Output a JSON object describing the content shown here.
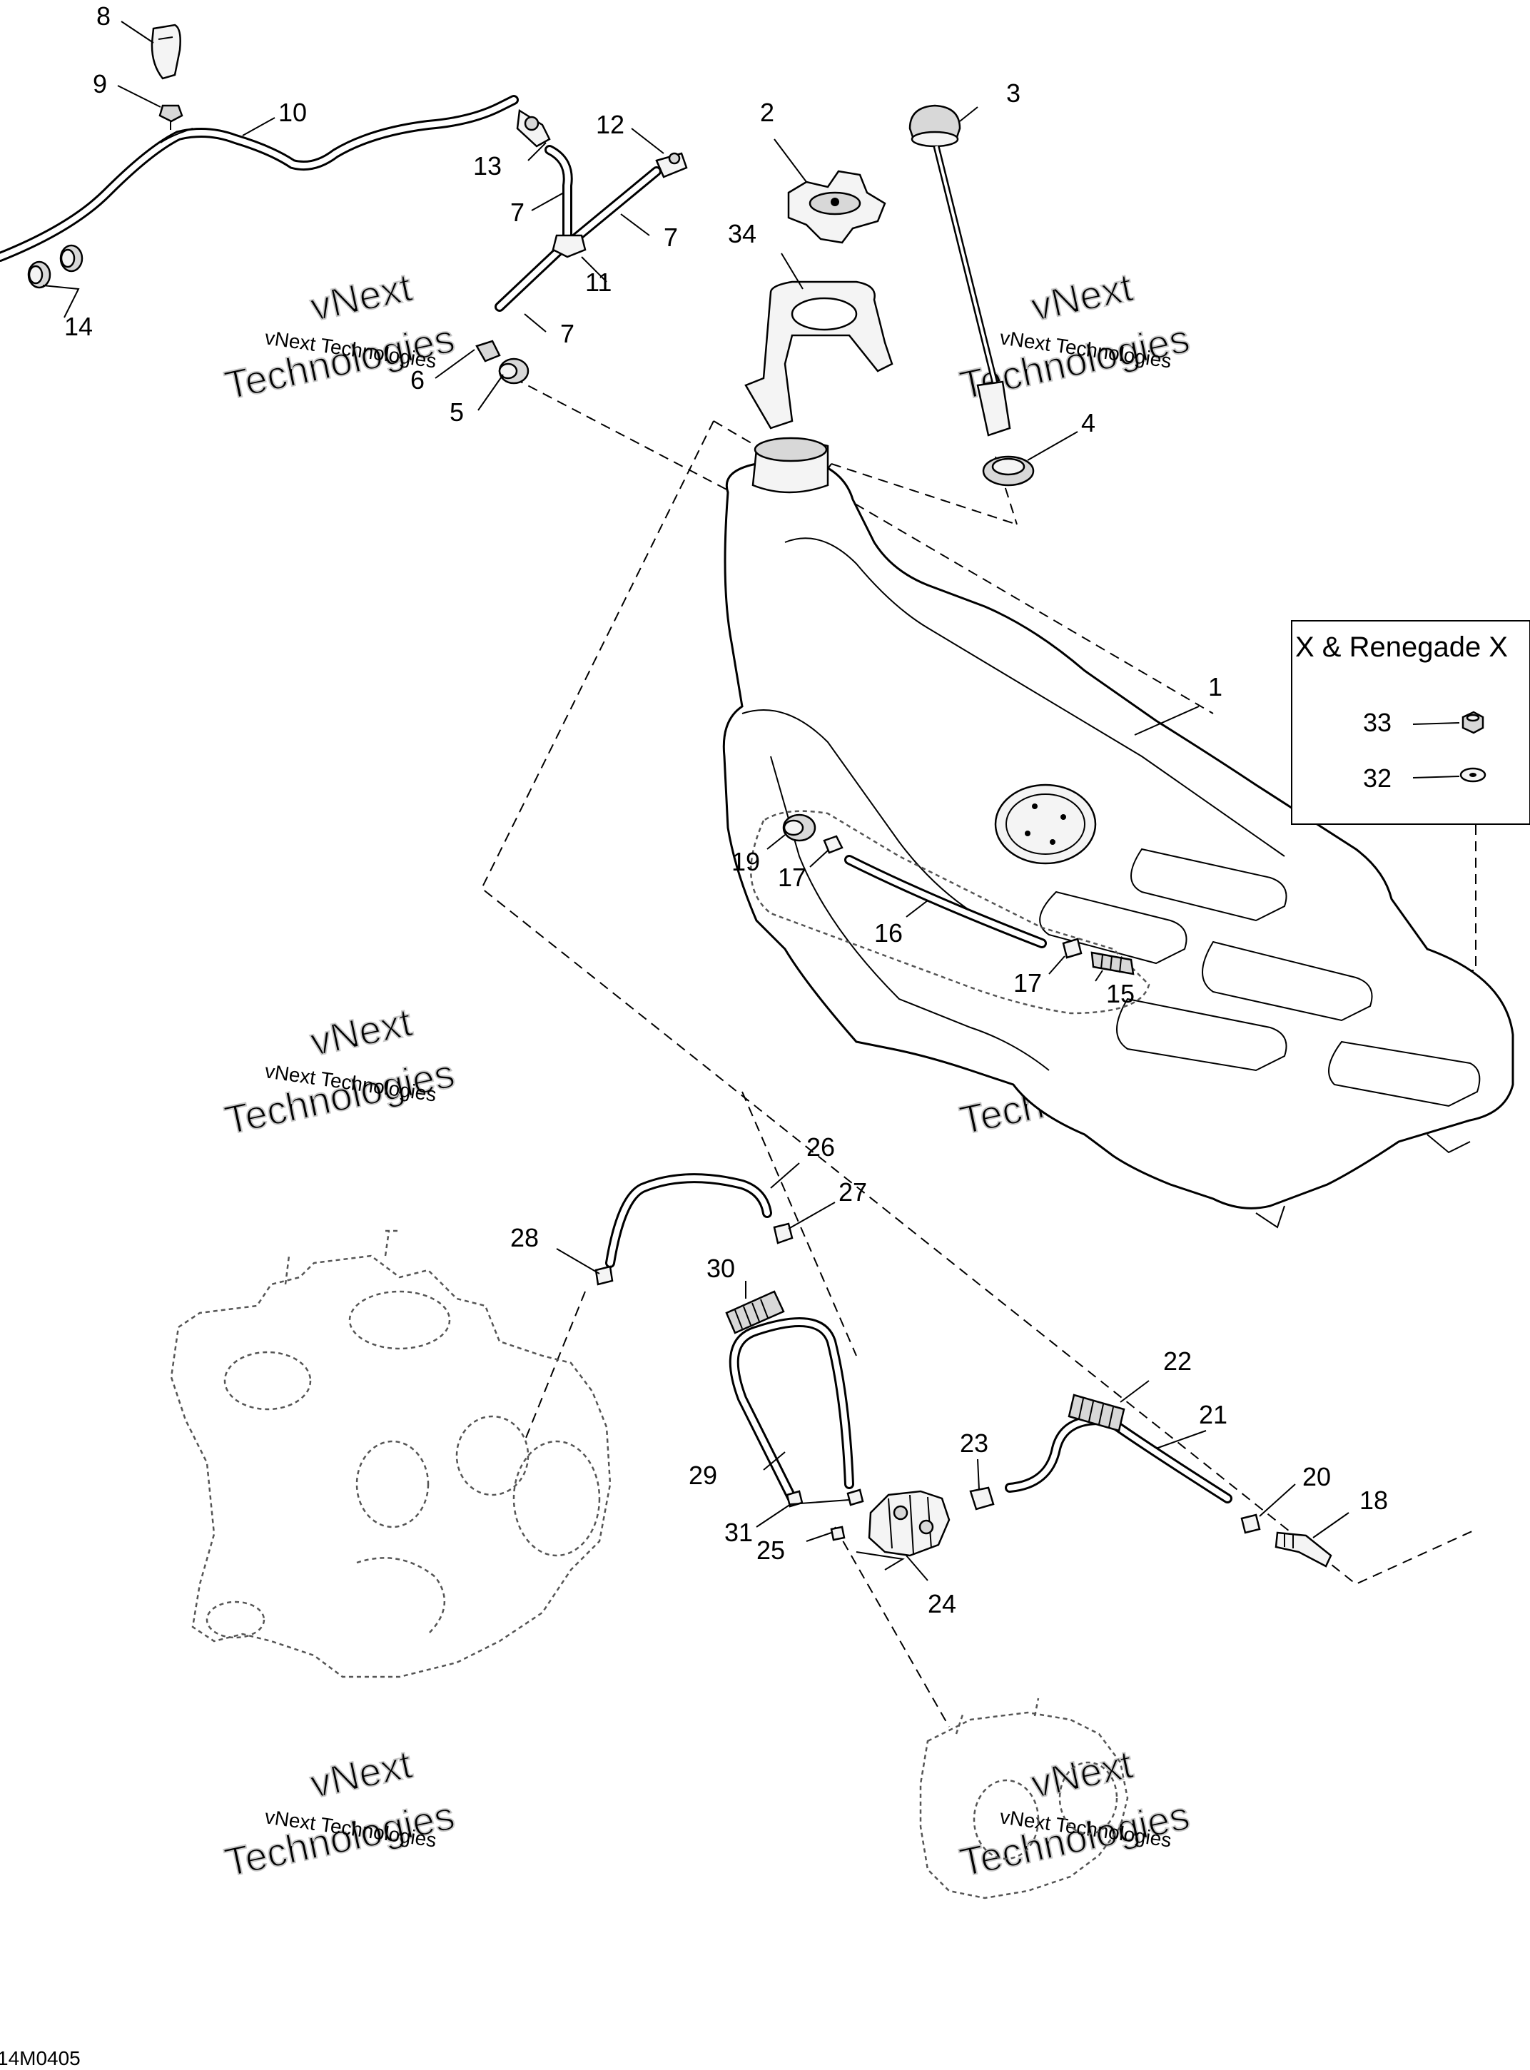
{
  "diagram_id": "14M0405",
  "inset": {
    "title": "X & Renegade X",
    "callouts": [
      "33",
      "32"
    ]
  },
  "watermark": {
    "line1": "vNext",
    "line2": "Technologies",
    "line3": "vNext Technologies"
  },
  "callouts": {
    "c1": "1",
    "c2": "2",
    "c3": "3",
    "c4": "4",
    "c5": "5",
    "c6": "6",
    "c7a": "7",
    "c7b": "7",
    "c7c": "7",
    "c8": "8",
    "c9": "9",
    "c10": "10",
    "c11": "11",
    "c12": "12",
    "c13": "13",
    "c14": "14",
    "c15": "15",
    "c16": "16",
    "c17a": "17",
    "c17b": "17",
    "c18": "18",
    "c19": "19",
    "c20": "20",
    "c21": "21",
    "c22": "22",
    "c23": "23",
    "c24": "24",
    "c25": "25",
    "c26": "26",
    "c27": "27",
    "c28": "28",
    "c29": "29",
    "c30": "30",
    "c31": "31",
    "c32": "32",
    "c33": "33",
    "c34": "34"
  }
}
